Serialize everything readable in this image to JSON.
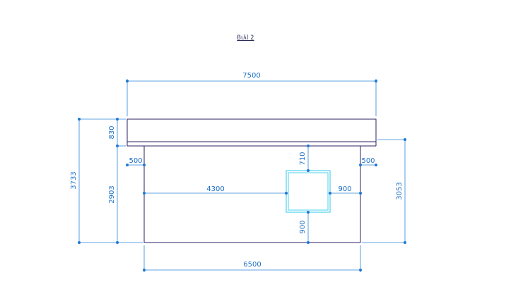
{
  "drawing": {
    "title": "Βιλl 2",
    "dimensions": {
      "overall_width": "7500",
      "base_width": "6500",
      "total_height": "3733",
      "cap_height": "830",
      "wall_height": "2903",
      "right_height": "3053",
      "left_offset": "500",
      "right_offset": "500",
      "opening_to_left": "4300",
      "opening_to_right": "900",
      "opening_top_gap": "710",
      "opening_to_bottom": "900"
    }
  },
  "colors": {
    "dimension": "#2b84d8",
    "outline": "#2a2060",
    "opening": "#4fd2ef"
  }
}
